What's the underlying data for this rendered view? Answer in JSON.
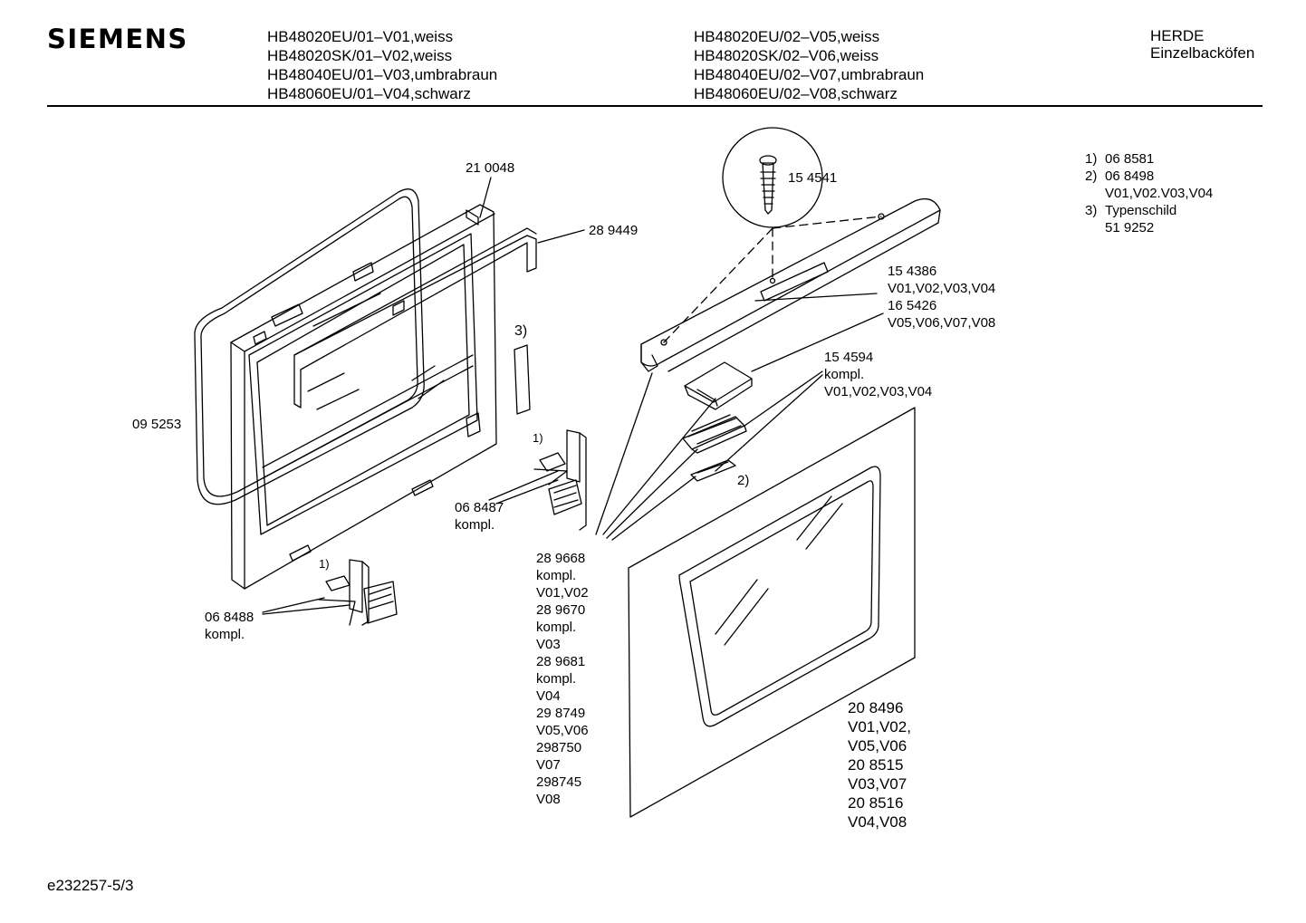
{
  "header": {
    "brand": "SIEMENS",
    "models_col1": [
      "HB48020EU/01–V01,weiss",
      "HB48020SK/01–V02,weiss",
      "HB48040EU/01–V03,umbrabraun",
      "HB48060EU/01–V04,schwarz"
    ],
    "models_col2": [
      "HB48020EU/02–V05,weiss",
      "HB48020SK/02–V06,weiss",
      "HB48040EU/02–V07,umbrabraun",
      "HB48060EU/02–V08,schwarz"
    ],
    "category": "HERDE",
    "subcategory": "Einzelbacköfen"
  },
  "legend": [
    {
      "num": "1)",
      "lines": [
        "06 8581"
      ]
    },
    {
      "num": "2)",
      "lines": [
        "06 8498",
        "V01,V02.V03,V04"
      ]
    },
    {
      "num": "3)",
      "lines": [
        "Typenschild",
        "51 9252"
      ]
    }
  ],
  "labels": {
    "part_210048": "21 0048",
    "part_289449": "28 9449",
    "part_095253": "09 5253",
    "note_3": "3)",
    "note_1_upper": "1)",
    "note_1_lower": "1)",
    "note_2": "2)",
    "part_068487": [
      "06 8487",
      "kompl."
    ],
    "part_068488": [
      "06 8488",
      "kompl."
    ],
    "part_154541": "15 4541",
    "part_154386": [
      "15 4386",
      "V01,V02,V03,V04",
      "16 5426",
      "V05,V06,V07,V08"
    ],
    "part_154594": [
      "15 4594",
      "kompl.",
      "V01,V02,V03,V04"
    ],
    "part_289668": [
      "28 9668",
      "kompl.",
      "V01,V02",
      "28 9670",
      "kompl.",
      "V03",
      "28 9681",
      "kompl.",
      "V04",
      "29 8749",
      "V05,V06",
      "298750",
      "V07",
      "298745",
      "V08"
    ],
    "part_208496": [
      "20 8496",
      "V01,V02,",
      "V05,V06",
      "20 8515",
      "V03,V07",
      "20 8516",
      "V04,V08"
    ]
  },
  "footer": {
    "doc_id": "e232257-5/3"
  }
}
